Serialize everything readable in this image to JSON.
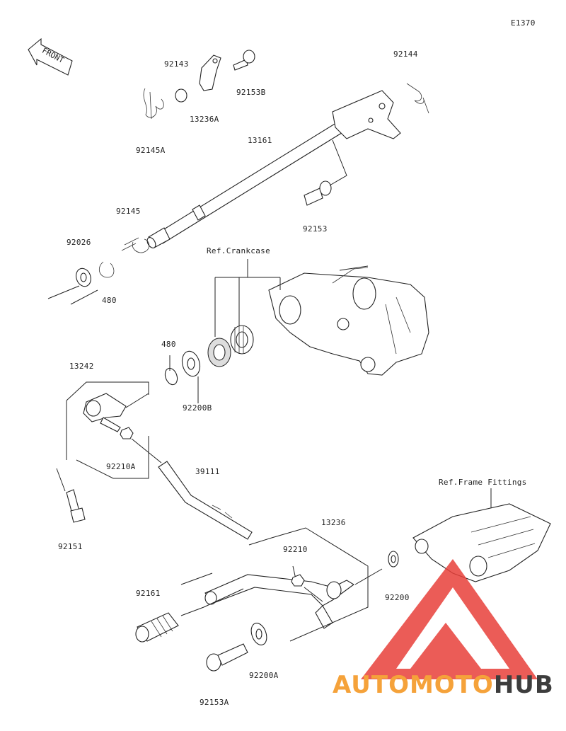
{
  "diagram": {
    "code": "E1370",
    "front_label": "FRONT",
    "references": {
      "crankcase": "Ref.Crankcase",
      "frame_fittings": "Ref.Frame Fittings"
    },
    "parts": {
      "p92143": "92143",
      "p13236A": "13236A",
      "p92153B": "92153B",
      "p92145A": "92145A",
      "p92144": "92144",
      "p13161": "13161",
      "p92153": "92153",
      "p92145": "92145",
      "p92026": "92026",
      "p480a": "480",
      "p480b": "480",
      "p13242": "13242",
      "p92200B": "92200B",
      "p92210A": "92210A",
      "p92151": "92151",
      "p39111": "39111",
      "p13236": "13236",
      "p92210": "92210",
      "p92200": "92200",
      "p92161": "92161",
      "p92200A": "92200A",
      "p92153A": "92153A"
    }
  },
  "watermark": {
    "part1": "AUTOMOTO",
    "part2": "HUB",
    "colors": {
      "triangle": "#e8403a",
      "auto": "#f5a23a",
      "hub": "#3d3d3d"
    }
  }
}
